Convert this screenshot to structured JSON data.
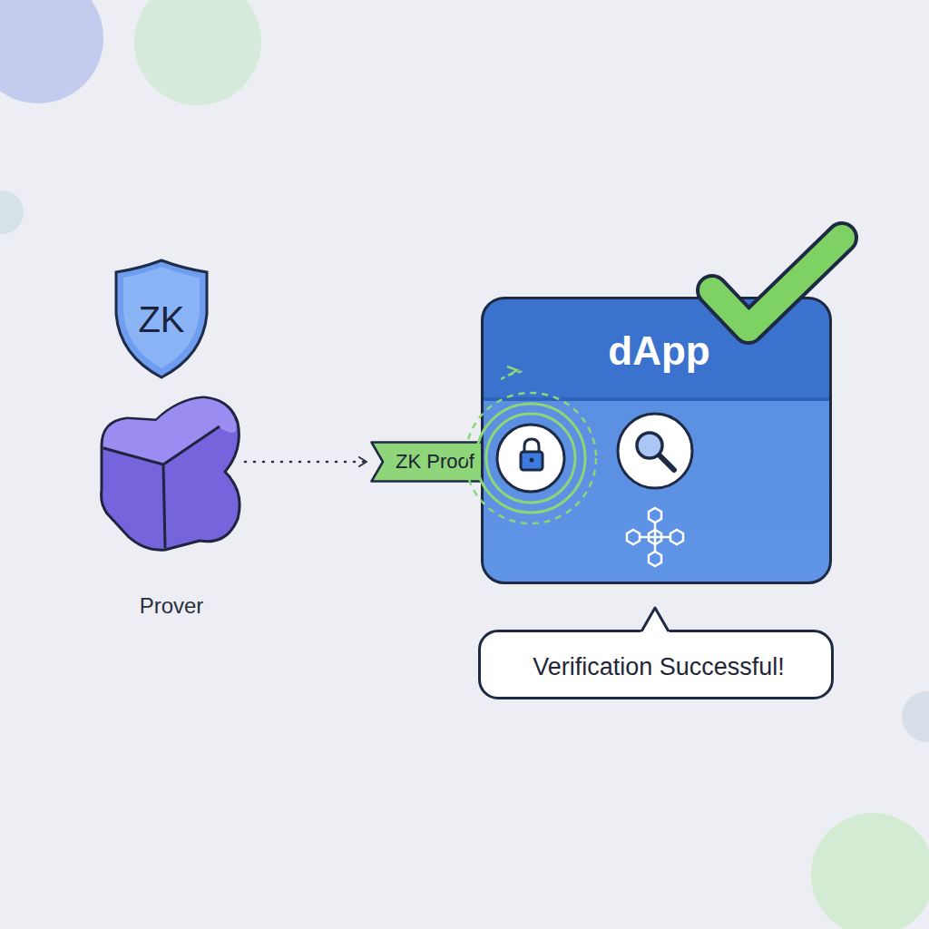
{
  "diagram": {
    "nodes": [
      {
        "text": [
          "ZK"
        ]
      },
      {
        "text": [
          "Prover"
        ]
      },
      {
        "text": [
          "ZK Proof"
        ]
      },
      {
        "text": [
          "dApp"
        ]
      },
      {
        "text": [
          "Verification Successful!"
        ]
      }
    ],
    "edges": [
      {
        "from": 1,
        "to": 2,
        "arrow": "to"
      }
    ]
  }
}
